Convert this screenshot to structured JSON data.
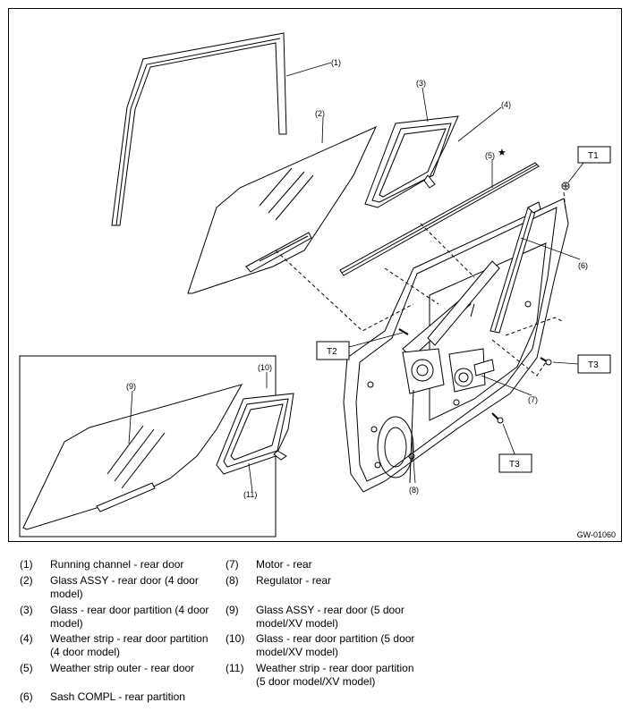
{
  "figure": {
    "figure_id": "GW-01060",
    "callouts": {
      "c1": "(1)",
      "c2": "(2)",
      "c3": "(3)",
      "c4": "(4)",
      "c5": "(5)",
      "c6": "(6)",
      "c7": "(7)",
      "c8": "(8)",
      "c9": "(9)",
      "c10": "(10)",
      "c11": "(11)"
    },
    "star_mark": "★",
    "torque_labels": {
      "t1": "T1",
      "t2": "T2",
      "t3a": "T3",
      "t3b": "T3"
    }
  },
  "legend": [
    {
      "num": "(1)",
      "text": "Running channel - rear door"
    },
    {
      "num": "(2)",
      "text": "Glass ASSY - rear door (4 door model)"
    },
    {
      "num": "(3)",
      "text": "Glass - rear door partition (4 door model)"
    },
    {
      "num": "(4)",
      "text": "Weather strip - rear door partition (4 door model)"
    },
    {
      "num": "(5)",
      "text": "Weather strip outer - rear door"
    },
    {
      "num": "(6)",
      "text": "Sash COMPL - rear partition"
    },
    {
      "num": "(7)",
      "text": "Motor - rear"
    },
    {
      "num": "(8)",
      "text": "Regulator - rear"
    },
    {
      "num": "(9)",
      "text": "Glass ASSY - rear door (5 door model/XV model)"
    },
    {
      "num": "(10)",
      "text": "Glass - rear door partition (5 door model/XV model)"
    },
    {
      "num": "(11)",
      "text": "Weather strip - rear door partition (5 door model/XV model)"
    }
  ]
}
